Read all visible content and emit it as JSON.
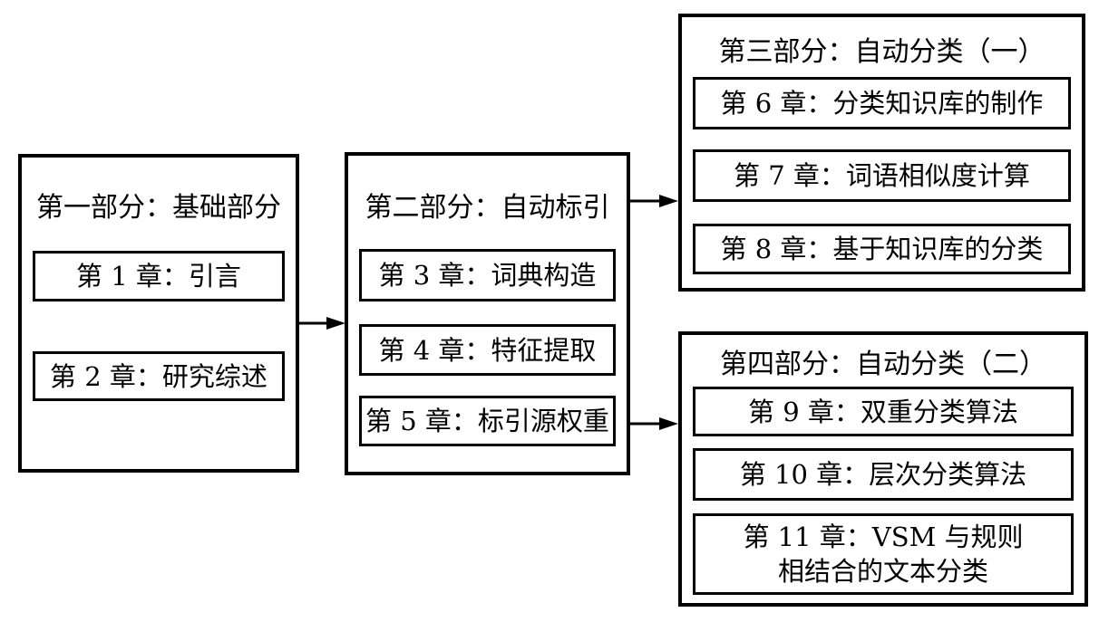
{
  "diagram": {
    "background": "#ffffff",
    "line_color": "#000000",
    "parts": [
      {
        "id": "part1",
        "title": "第一部分：基础部分",
        "chapters": [
          "第 1 章：引言",
          "第 2 章：研究综述"
        ]
      },
      {
        "id": "part2",
        "title": "第二部分：自动标引",
        "chapters": [
          "第 3 章：词典构造",
          "第 4 章：特征提取",
          "第 5 章：标引源权重"
        ]
      },
      {
        "id": "part3",
        "title": "第三部分：自动分类（一）",
        "chapters": [
          "第 6 章：分类知识库的制作",
          "第 7 章：词语相似度计算",
          "第 8 章：基于知识库的分类"
        ]
      },
      {
        "id": "part4",
        "title": "第四部分：自动分类（二）",
        "chapters": [
          "第 9 章：双重分类算法",
          "第 10 章：层次分类算法",
          "第 11 章：VSM 与规则\n相结合的文本分类"
        ]
      }
    ],
    "connections": [
      {
        "from": "part1",
        "to": "part2"
      },
      {
        "from": "part2",
        "to": "part3"
      },
      {
        "from": "part2",
        "to": "part4"
      }
    ]
  }
}
